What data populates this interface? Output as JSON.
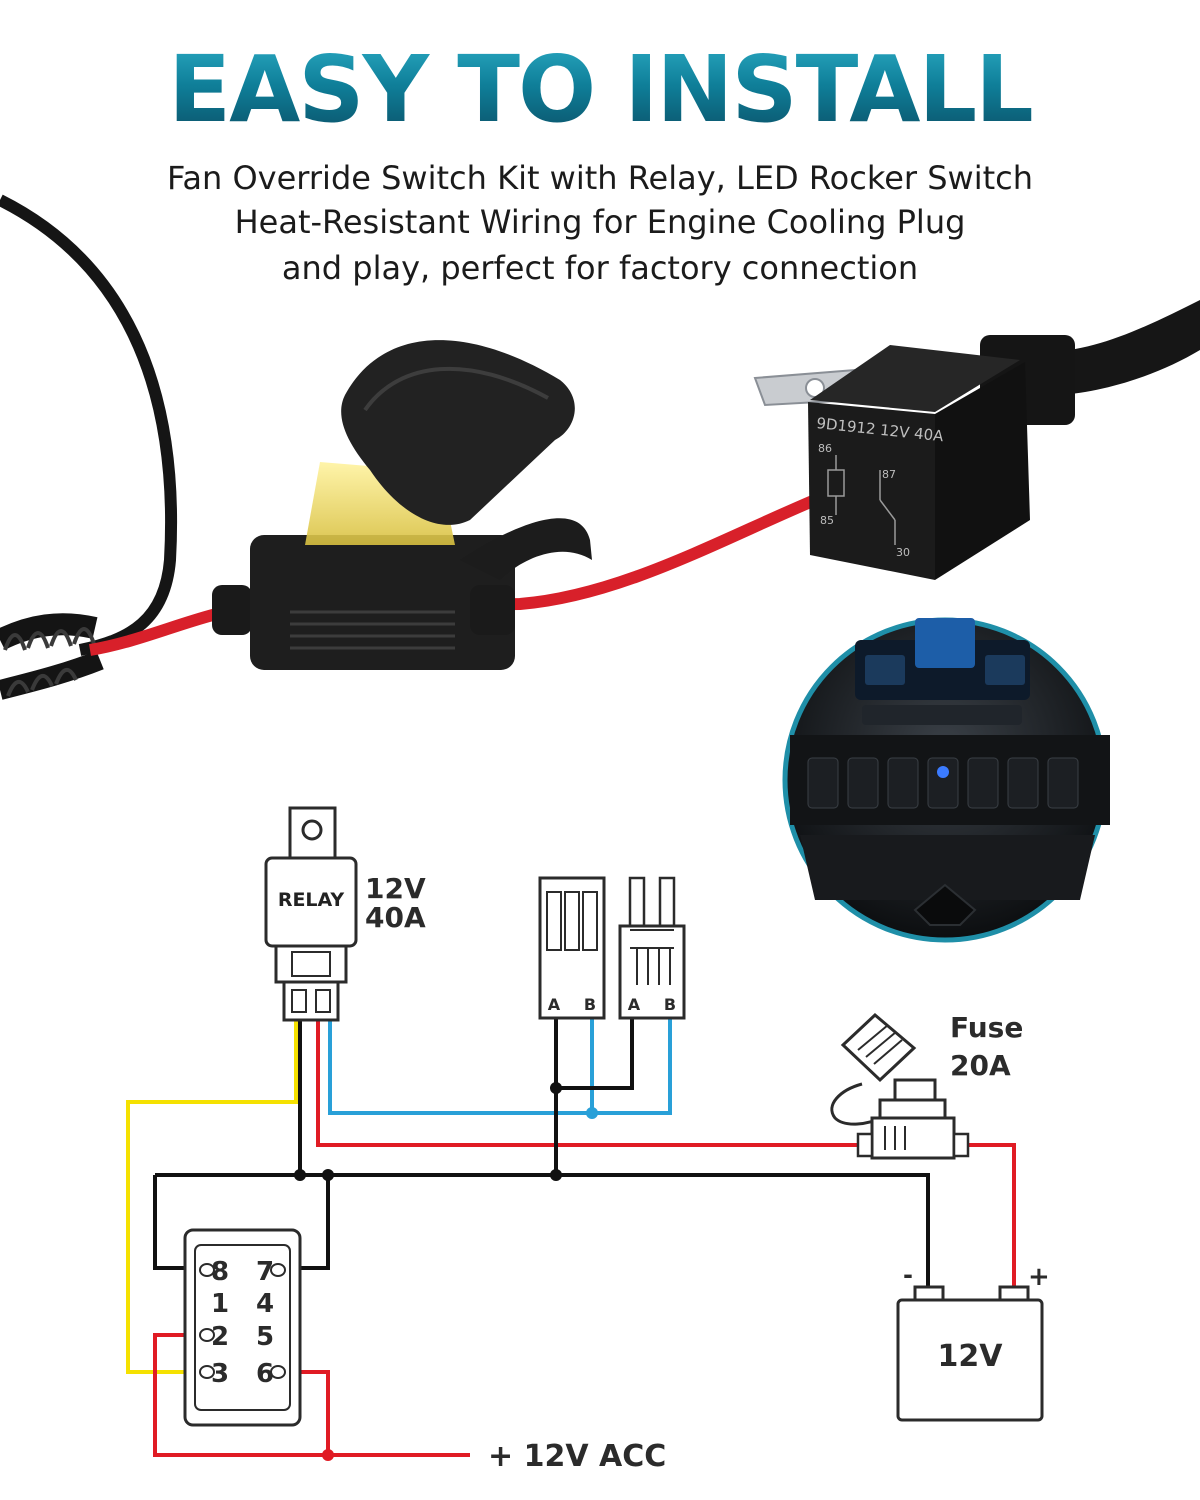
{
  "headline": "EASY TO INSTALL",
  "subtitle_lines": [
    "Fan Override Switch Kit with Relay, LED Rocker Switch",
    "Heat-Resistant Wiring for Engine Cooling Plug",
    "and play, perfect for factory connection"
  ],
  "relay_photo": {
    "model_text": "9D1912 12V 40A",
    "pins": {
      "p86": "86",
      "p87": "87",
      "p85": "85",
      "p30": "30"
    }
  },
  "diagram": {
    "relay_label": "RELAY",
    "relay_rating": [
      "12V",
      "40A"
    ],
    "connector_a1": "A",
    "connector_b1": "B",
    "connector_a2": "A",
    "connector_b2": "B",
    "fuse_label": [
      "Fuse",
      "20A"
    ],
    "battery_label": "12V",
    "battery_minus": "-",
    "battery_plus": "+",
    "switch_pins": {
      "p8": "8",
      "p7": "7",
      "p1": "1",
      "p4": "4",
      "p2": "2",
      "p5": "5",
      "p3": "3",
      "p6": "6"
    },
    "acc_label": "+ 12V ACC"
  },
  "colors": {
    "headline_teal": "#0f7f99",
    "wire_red": "#e01b24",
    "wire_yellow": "#f5e100",
    "wire_blue": "#29a0d8",
    "wire_black": "#111111"
  }
}
